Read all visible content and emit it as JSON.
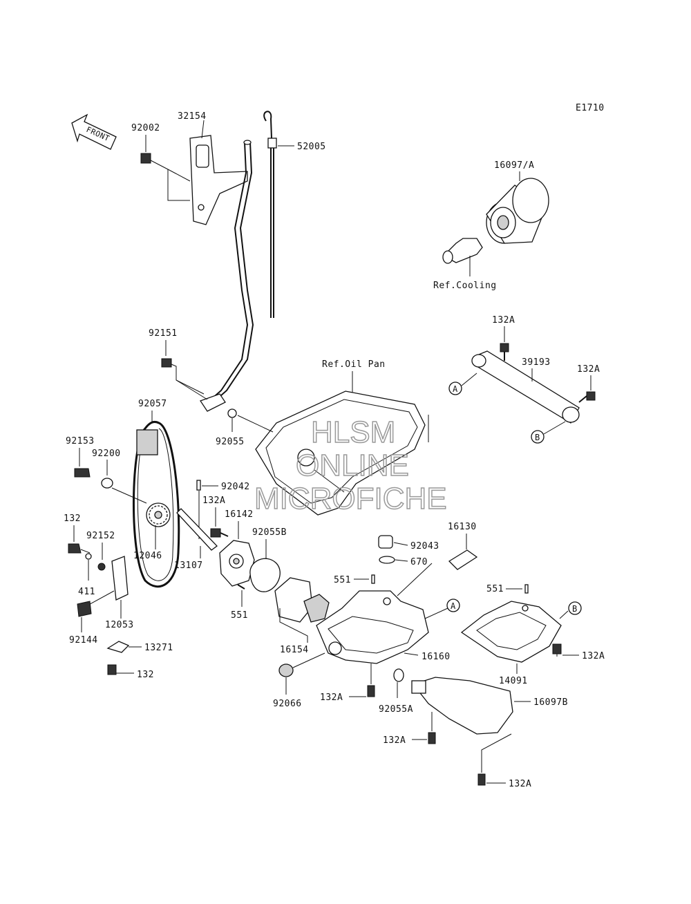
{
  "diagram": {
    "code": "E1710",
    "front_label": "FRONT",
    "labels": {
      "p32154": "32154",
      "p92002": "92002",
      "p52005": "52005",
      "p16097A": "16097/A",
      "ref_cooling": "Ref.Cooling",
      "p132A_1": "132A",
      "p39193": "39193",
      "p132A_2": "132A",
      "p92151": "92151",
      "ref_oil_pan": "Ref.Oil Pan",
      "p92057": "92057",
      "p92153": "92153",
      "p92200": "92200",
      "p92055": "92055",
      "p92042": "92042",
      "p132A_3": "132A",
      "p16142": "16142",
      "p92055B": "92055B",
      "p132": "132",
      "p92152": "92152",
      "p12046": "12046",
      "p13107": "13107",
      "p92043": "92043",
      "p16130": "16130",
      "p670": "670",
      "p411": "411",
      "p551_1": "551",
      "p551_2": "551",
      "p551_3": "551",
      "p12053": "12053",
      "p92144": "92144",
      "p13271": "13271",
      "p132_2": "132",
      "p16154": "16154",
      "p16160": "16160",
      "p14091": "14091",
      "p132A_4": "132A",
      "p92066": "92066",
      "p132A_5": "132A",
      "p92055A": "92055A",
      "p16097B": "16097B",
      "p132A_6": "132A",
      "p132A_7": "132A"
    },
    "markers": {
      "a": "A",
      "b": "B"
    },
    "watermark": [
      "HLSM",
      "ONLINE",
      "MICROFICHE"
    ]
  }
}
